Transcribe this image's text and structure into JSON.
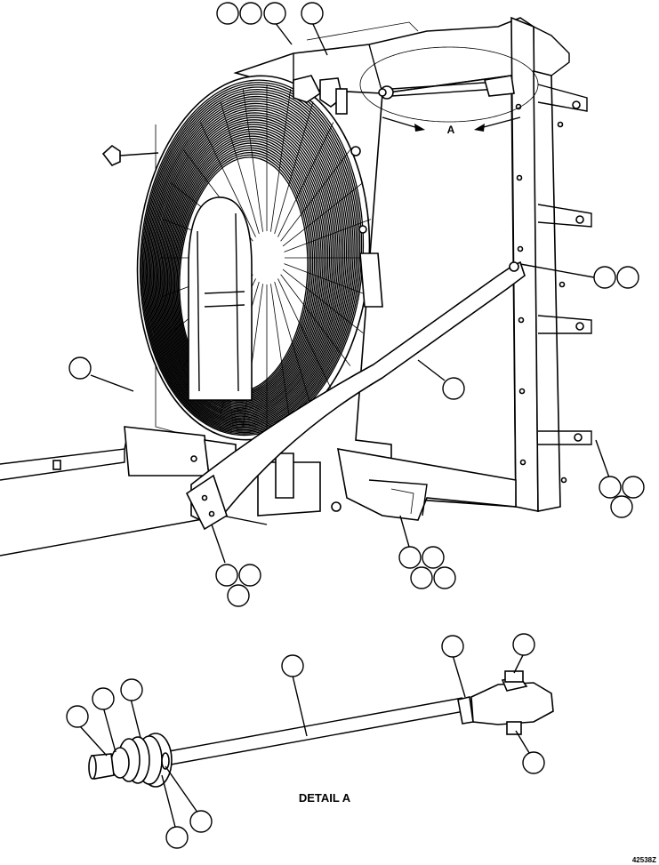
{
  "detail_view_letter": "A",
  "detail_caption": "DETAIL A",
  "figure_id": "42538Z",
  "callouts": [
    {
      "id": "c1",
      "text": ""
    },
    {
      "id": "c2",
      "text": ""
    },
    {
      "id": "c3",
      "text": ""
    },
    {
      "id": "c4",
      "text": ""
    },
    {
      "id": "c5",
      "text": ""
    },
    {
      "id": "c6",
      "text": ""
    },
    {
      "id": "c7",
      "text": ""
    },
    {
      "id": "c8",
      "text": ""
    },
    {
      "id": "c9",
      "text": ""
    },
    {
      "id": "c10",
      "text": ""
    },
    {
      "id": "c11",
      "text": ""
    },
    {
      "id": "c12",
      "text": ""
    },
    {
      "id": "c13",
      "text": ""
    },
    {
      "id": "c14",
      "text": ""
    },
    {
      "id": "c15",
      "text": ""
    },
    {
      "id": "c16",
      "text": ""
    },
    {
      "id": "c17",
      "text": ""
    },
    {
      "id": "c18",
      "text": ""
    },
    {
      "id": "c19",
      "text": ""
    },
    {
      "id": "c20",
      "text": ""
    },
    {
      "id": "c21",
      "text": ""
    },
    {
      "id": "c22",
      "text": ""
    },
    {
      "id": "c23",
      "text": ""
    },
    {
      "id": "c24",
      "text": ""
    },
    {
      "id": "c25",
      "text": ""
    },
    {
      "id": "c26",
      "text": ""
    },
    {
      "id": "c27",
      "text": ""
    },
    {
      "id": "c28",
      "text": ""
    },
    {
      "id": "c29",
      "text": ""
    }
  ]
}
